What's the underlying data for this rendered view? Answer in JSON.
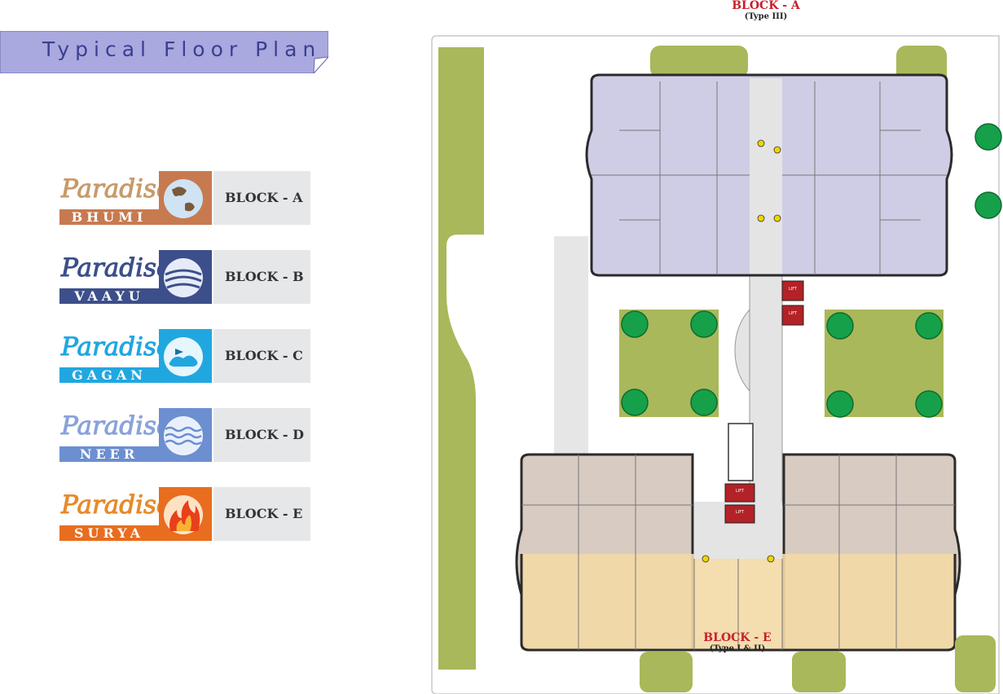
{
  "header": {
    "title": "Typical Floor Plan"
  },
  "blocks": [
    {
      "brand": "Paradise",
      "name": "BHUMI",
      "block": "BLOCK - A",
      "color": "#c77a4f",
      "icon": "globe-icon"
    },
    {
      "brand": "Paradise",
      "name": "VAAYU",
      "block": "BLOCK - B",
      "color": "#3d4f8a",
      "icon": "wind-icon"
    },
    {
      "brand": "Paradise",
      "name": "GAGAN",
      "block": "BLOCK - C",
      "color": "#21a7e0",
      "icon": "sky-icon"
    },
    {
      "brand": "Paradise",
      "name": "NEER",
      "block": "BLOCK - D",
      "color": "#6b8fd0",
      "icon": "water-icon"
    },
    {
      "brand": "Paradise",
      "name": "SURYA",
      "block": "BLOCK - E",
      "color": "#e86d1f",
      "icon": "fire-icon"
    }
  ],
  "plan": {
    "top_label": {
      "title": "BLOCK - A",
      "subtitle": "(Type III)"
    },
    "bottom_label": {
      "title": "BLOCK - E",
      "subtitle": "(Type I & II)"
    },
    "lift_label": "LIFT",
    "colors": {
      "lawn": "#a9b85a",
      "tree": "#16a04a",
      "path": "#e0e0e0",
      "blockA_flat": "#cfcde6",
      "blockE_upper": "#d8cbc2",
      "blockE_lower": "#f3d9a6",
      "lift": "#b32226",
      "label_red": "#c8202a"
    }
  }
}
